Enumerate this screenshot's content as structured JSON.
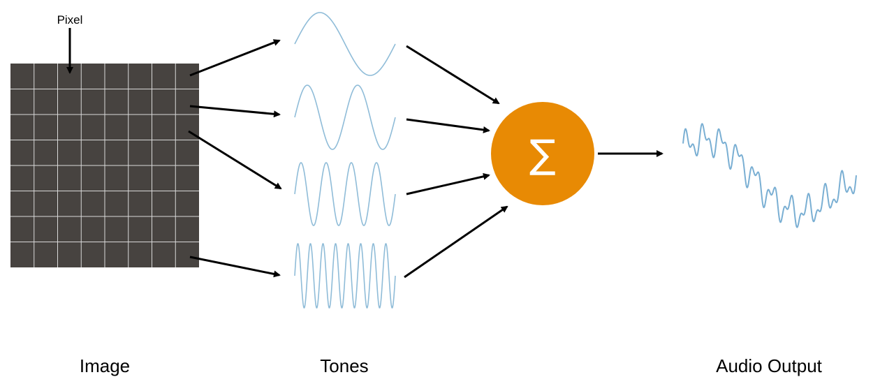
{
  "labels": {
    "pixel": "Pixel",
    "image": "Image",
    "tones": "Tones",
    "audio_output": "Audio Output",
    "sum_symbol": "∑"
  },
  "grid": {
    "rows": 8,
    "cols": 8
  },
  "tones": [
    {
      "name": "tone-1",
      "cycles": 1
    },
    {
      "name": "tone-2",
      "cycles": 2
    },
    {
      "name": "tone-3",
      "cycles": 4
    },
    {
      "name": "tone-4",
      "cycles": 8
    }
  ],
  "colors": {
    "grid_fill": "#474340",
    "grid_line": "#d9d9d9",
    "sum_circle": "#e88a04",
    "wave": "#8fbcd8"
  }
}
